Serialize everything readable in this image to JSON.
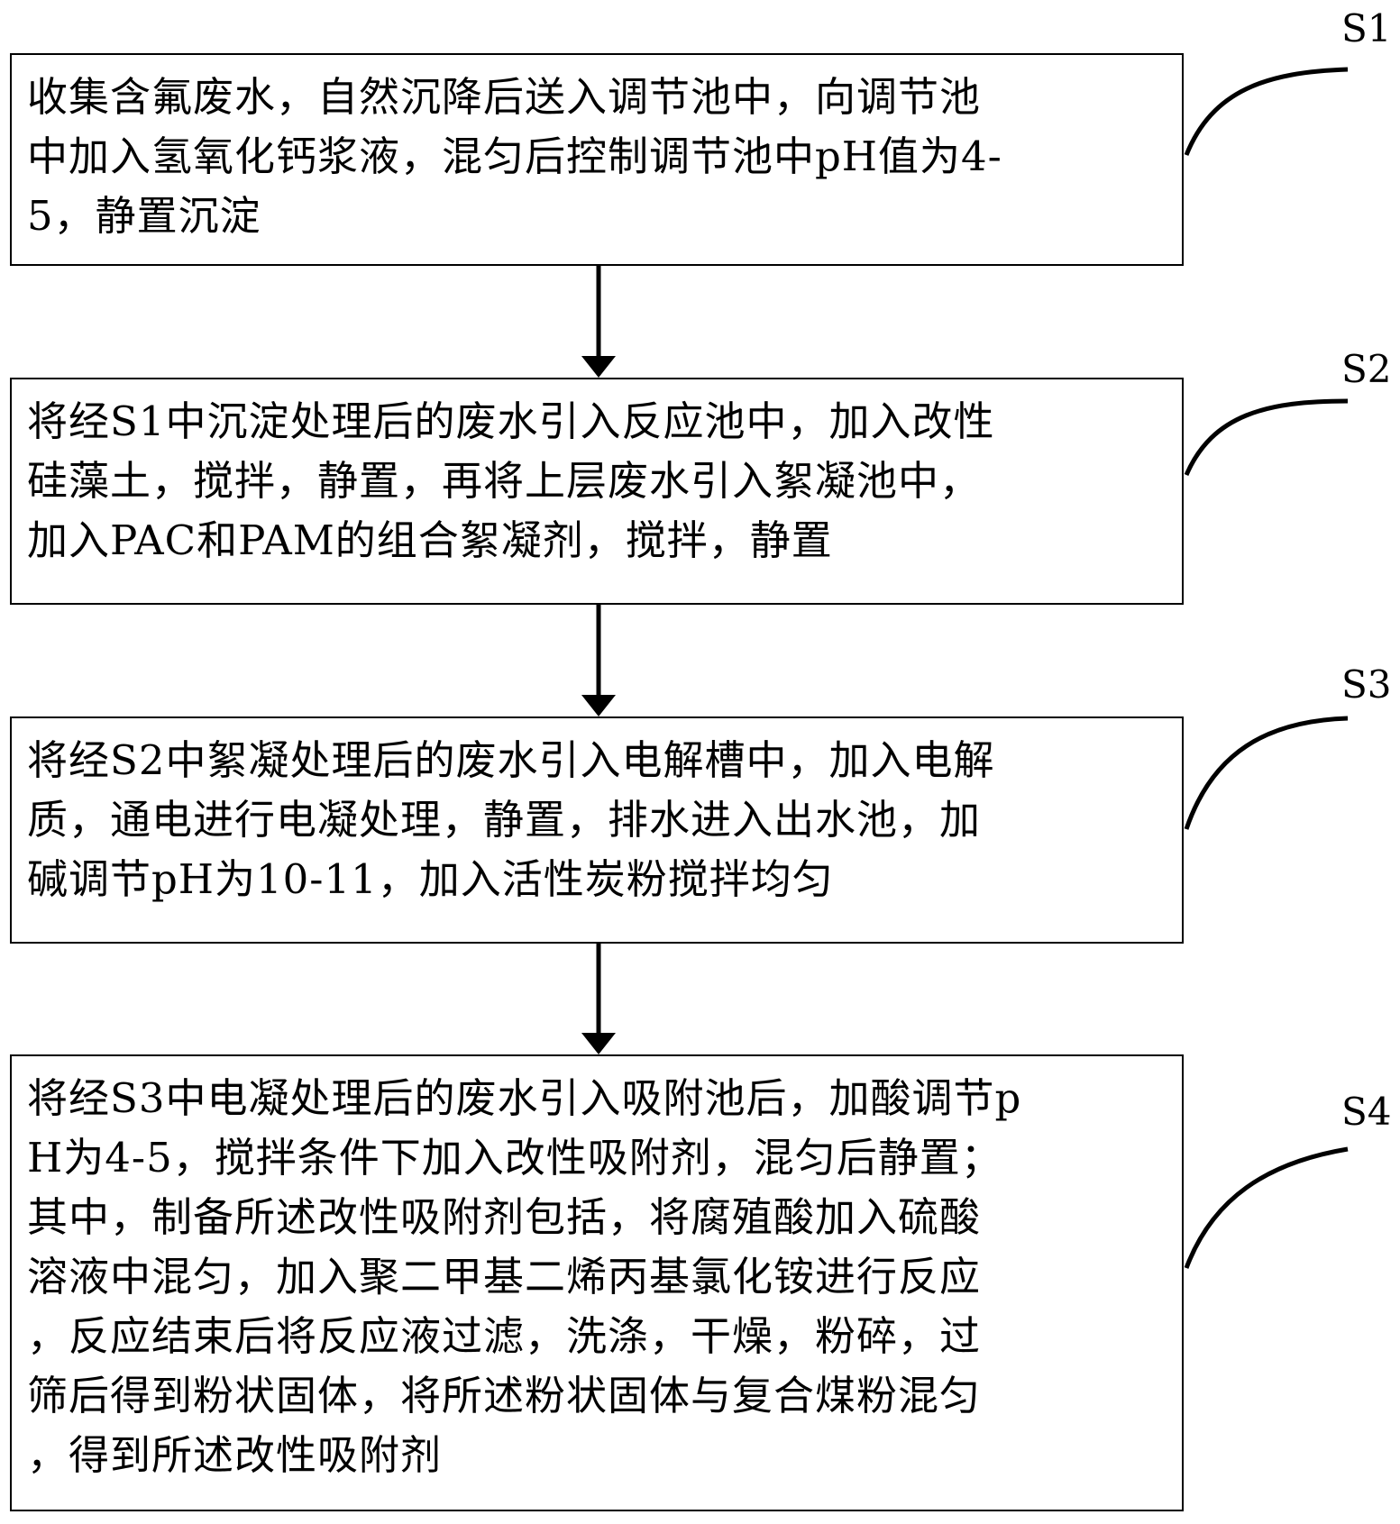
{
  "steps": [
    {
      "label": "S1",
      "text": "收集含氟废水，自然沉降后送入调节池中，向调节池\n中加入氢氧化钙浆液，混匀后控制调节池中pH值为4-\n5，静置沉淀"
    },
    {
      "label": "S2",
      "text": "将经S1中沉淀处理后的废水引入反应池中，加入改性\n硅藻土，搅拌，静置，再将上层废水引入絮凝池中，\n加入PAC和PAM的组合絮凝剂，搅拌，静置"
    },
    {
      "label": "S3",
      "text": "将经S2中絮凝处理后的废水引入电解槽中，加入电解\n质，通电进行电凝处理，静置，排水进入出水池，加\n碱调节pH为10-11，加入活性炭粉搅拌均匀"
    },
    {
      "label": "S4",
      "text": "将经S3中电凝处理后的废水引入吸附池后，加酸调节p\nH为4-5，搅拌条件下加入改性吸附剂，混匀后静置；\n其中，制备所述改性吸附剂包括，将腐殖酸加入硫酸\n溶液中混匀，加入聚二甲基二烯丙基氯化铵进行反应\n，反应结束后将反应液过滤，洗涤，干燥，粉碎，过\n筛后得到粉状固体，将所述粉状固体与复合煤粉混匀\n，得到所述改性吸附剂"
    }
  ]
}
